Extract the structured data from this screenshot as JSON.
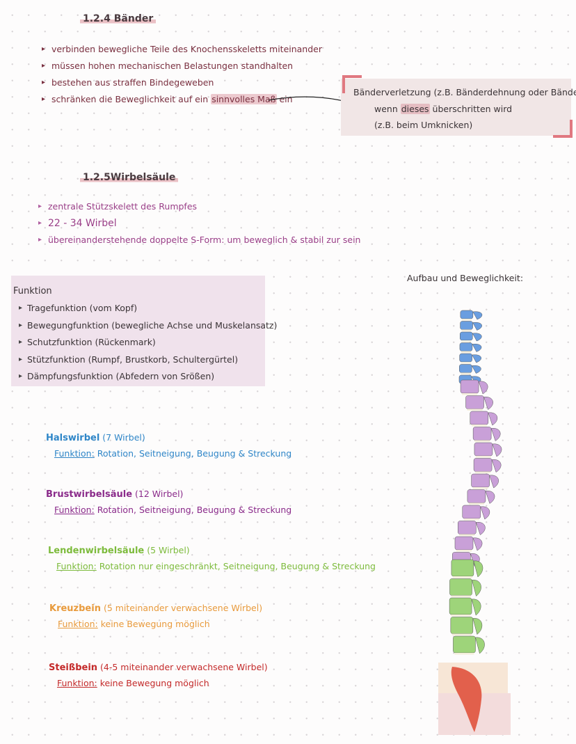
{
  "section_baender": {
    "heading": "1.2.4 Bänder",
    "bullets": [
      "verbinden bewegliche Teile des Knochensskeletts miteinander",
      "müssen hohen mechanischen Belastungen standhalten",
      "bestehen aus straffen Bindegeweben"
    ],
    "last_bullet_pre": "schränken die Beweglichkeit auf ein ",
    "last_bullet_highlight": "sinnvolles Maß",
    "last_bullet_post": " ein",
    "note": {
      "line1": "Bänderverletzung (z.B. Bänderdehnung oder Bänderriss",
      "line2_pre": "wenn ",
      "line2_highlight": "dieses",
      "line2_post": " überschritten wird",
      "line3": "(z.B. beim Umknicken)"
    }
  },
  "section_wirbel": {
    "heading": "1.2.5Wirbelsäule",
    "bullets": [
      "zentrale Stützskelett des Rumpfes",
      "22 - 34 Wirbel",
      "übereinanderstehende doppelte S-Form: um beweglich & stabil zur sein"
    ]
  },
  "funktion": {
    "title": "Funktion",
    "items": [
      "Tragefunktion (vom Kopf)",
      "Bewegungfunktion (bewegliche Achse und Muskelansatz)",
      "Schutzfunktion (Rückenmark)",
      "Stützfunktion (Rumpf, Brustkorb, Schultergürtel)",
      "Dämpfungsfunktion (Abfedern von Srößen)"
    ]
  },
  "aufbau_title": "Aufbau und Beweglichkeit:",
  "segments": [
    {
      "name": "Halswirbel",
      "count": " (7 Wirbel)",
      "fn_label": "Funktion:",
      "fn_text": " Rotation, Seitneigung, Beugung & Streckung",
      "color": "#2f86c8"
    },
    {
      "name": "Brustwirbelsäule",
      "count": " (12 Wirbel)",
      "fn_label": "Funktion:",
      "fn_text": " Rotation, Seitneigung, Beugung & Streckung",
      "color": "#8a2a8a"
    },
    {
      "name": "Lendenwirbelsäule",
      "count": " (5 Wirbel)",
      "fn_label": "Funktion:",
      "fn_text": " Rotation nur eingeschränkt, Seitneigung, Beugung & Streckung",
      "color": "#7dbb3c"
    },
    {
      "name": "Kreuzbein",
      "count": " (5 miteinander verwachsene Wirbel)",
      "fn_label": "Funktion:",
      "fn_text": " keine Bewegung möglich",
      "color": "#e89a3c"
    },
    {
      "name": "Steißbein",
      "count": " (4-5 miteinander verwachsene Wirbel)",
      "fn_label": "Funktion:",
      "fn_text": " keine Bewegung möglich",
      "color": "#c42a2a"
    }
  ],
  "spine_colors": {
    "cervical": "#6a9ee0",
    "thoracic": "#c9a0d8",
    "lumbar": "#9ed47a",
    "sacrum_bg": "#f7e6d6",
    "coccyx": "#e2604c",
    "coccyx_bg": "#f3dcdc"
  }
}
